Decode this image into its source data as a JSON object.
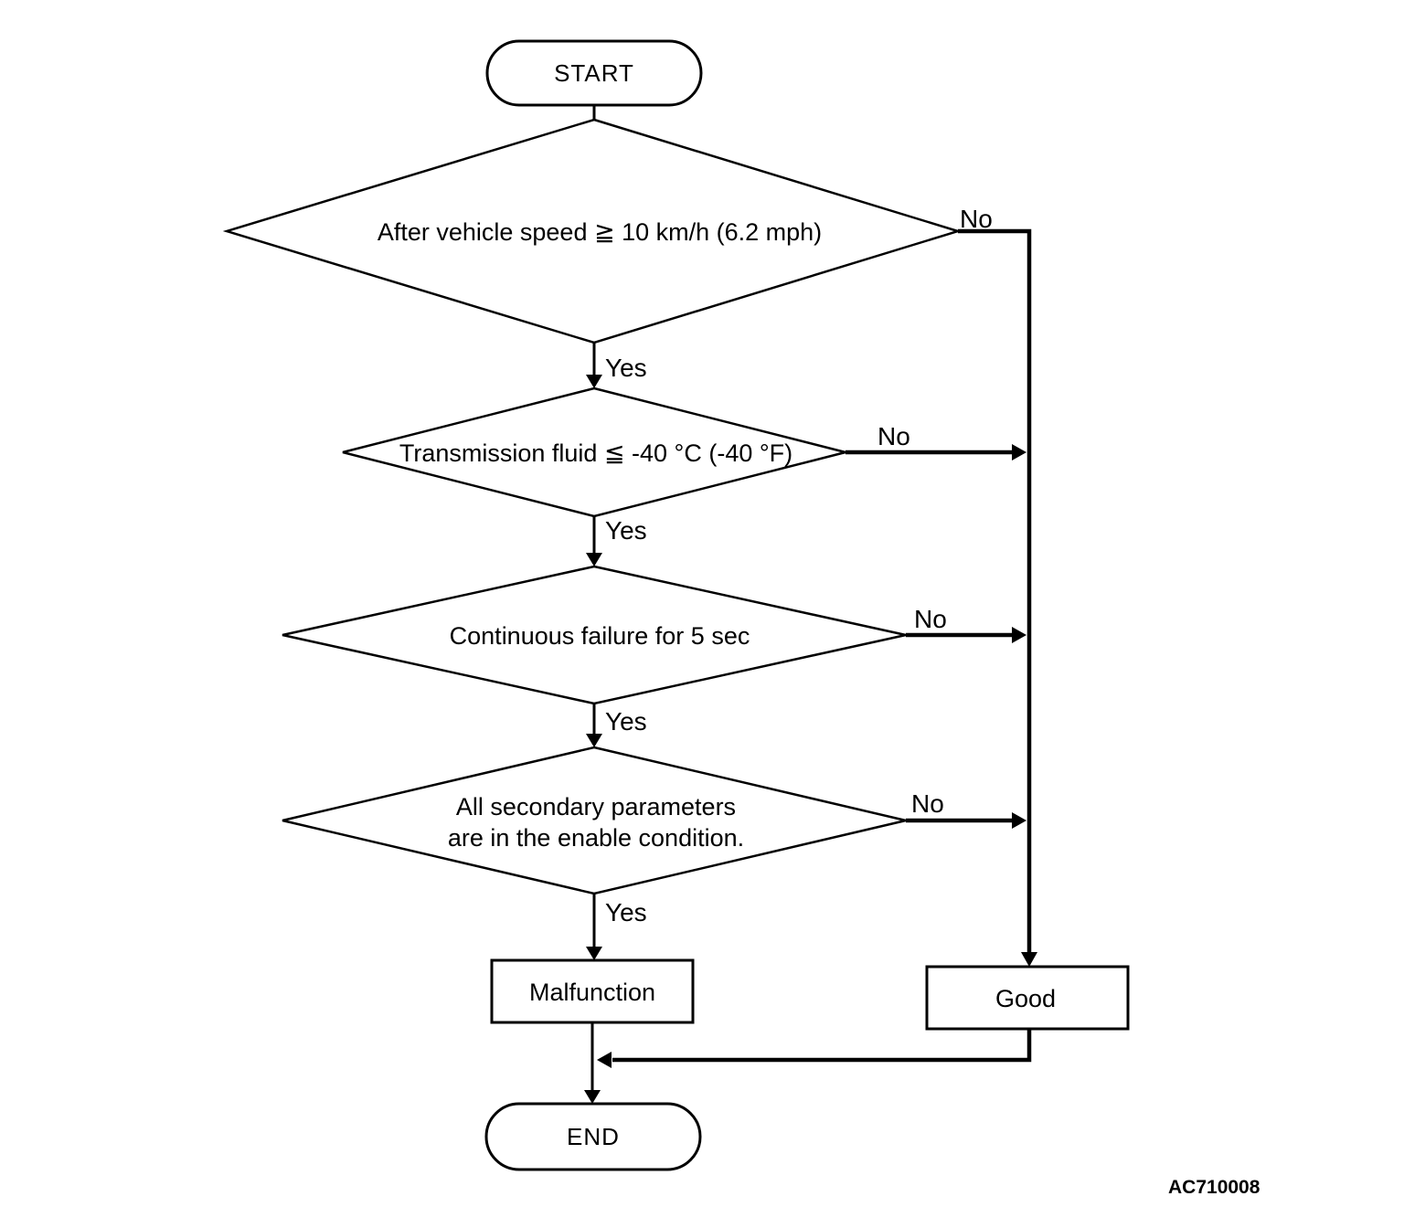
{
  "figure": {
    "id": "AC710008"
  },
  "colors": {
    "line": "#000000",
    "background": "#ffffff"
  },
  "flowchart": {
    "start_label": "START",
    "end_label": "END",
    "decisions": [
      {
        "text": "After vehicle speed ≧ 10 km/h (6.2 mph)",
        "yes_label": "Yes",
        "no_label": "No"
      },
      {
        "text": "Transmission fluid ≦ -40 °C (-40 °F)",
        "yes_label": "Yes",
        "no_label": "No"
      },
      {
        "text": "Continuous failure for 5 sec",
        "yes_label": "Yes",
        "no_label": "No"
      },
      {
        "text_line1": "All secondary parameters",
        "text_line2": "are in the enable condition.",
        "yes_label": "Yes",
        "no_label": "No"
      }
    ],
    "outcomes": {
      "malfunction_label": "Malfunction",
      "good_label": "Good"
    }
  }
}
